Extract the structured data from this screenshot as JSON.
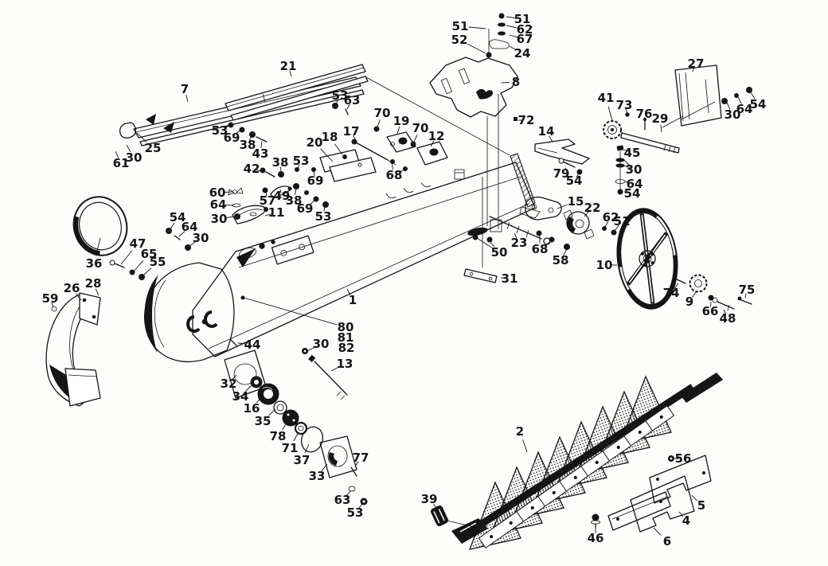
{
  "diagram": {
    "type": "exploded-parts-diagram",
    "description": "Sickle-bar mower cutter bar exploded parts view",
    "background": "#fcfcfa",
    "ink": "#151515",
    "parts_visible": [
      1,
      2,
      4,
      5,
      6,
      7,
      8,
      9,
      10,
      11,
      12,
      13,
      14,
      15,
      16,
      17,
      18,
      19,
      20,
      21,
      22,
      23,
      24,
      25,
      26,
      27,
      28,
      29,
      30,
      31,
      32,
      33,
      34,
      35,
      36,
      37,
      38,
      39,
      41,
      42,
      43,
      44,
      45,
      46,
      47,
      48,
      49,
      50,
      51,
      52,
      53,
      54,
      55,
      56,
      57,
      58,
      59,
      60,
      61,
      62,
      63,
      64,
      65,
      66,
      67,
      68,
      69,
      70,
      71,
      72,
      73,
      74,
      75,
      76,
      77,
      78,
      79,
      80,
      81,
      82
    ],
    "labels": [
      [
        "51",
        578,
        33,
        [
          [
            610,
            36
          ]
        ]
      ],
      [
        "52",
        577,
        50,
        [
          [
            610,
            67
          ]
        ]
      ],
      [
        "51",
        656,
        24,
        [
          [
            636,
            21
          ]
        ]
      ],
      [
        "62",
        659,
        37,
        [
          [
            636,
            32
          ]
        ]
      ],
      [
        "67",
        659,
        49,
        [
          [
            640,
            44
          ]
        ]
      ],
      [
        "24",
        656,
        67,
        [
          [
            640,
            58
          ]
        ]
      ],
      [
        "8",
        648,
        103,
        [
          [
            630,
            104
          ]
        ]
      ],
      [
        "21",
        362,
        83,
        [
          [
            366,
            96
          ]
        ]
      ],
      [
        "7",
        232,
        112,
        [
          [
            236,
            128
          ]
        ]
      ],
      [
        "25",
        192,
        186,
        [
          [
            172,
            167
          ]
        ]
      ],
      [
        "30",
        168,
        198,
        [
          [
            159,
            182
          ]
        ]
      ],
      [
        "61",
        152,
        205,
        [
          [
            145,
            190
          ]
        ]
      ],
      [
        "53",
        276,
        164,
        [
          [
            288,
            158
          ]
        ]
      ],
      [
        "69",
        291,
        173,
        [
          [
            302,
            163
          ]
        ]
      ],
      [
        "38",
        311,
        182,
        [
          [
            316,
            170
          ]
        ]
      ],
      [
        "43",
        327,
        193,
        [
          [
            329,
            177
          ]
        ]
      ],
      [
        "53",
        427,
        120,
        [
          [
            422,
            131
          ]
        ]
      ],
      [
        "63",
        442,
        126,
        [
          [
            436,
            137
          ]
        ]
      ],
      [
        "70",
        480,
        142,
        [
          [
            474,
            160
          ]
        ]
      ],
      [
        "19",
        504,
        152,
        [
          [
            499,
            168
          ]
        ]
      ],
      [
        "70",
        528,
        161,
        [
          [
            519,
            180
          ]
        ]
      ],
      [
        "12",
        548,
        171,
        [
          [
            541,
            184
          ]
        ]
      ],
      [
        "17",
        441,
        165,
        [
          [
            447,
            177
          ]
        ]
      ],
      [
        "18",
        414,
        172,
        [
          [
            430,
            194
          ]
        ]
      ],
      [
        "20",
        395,
        179,
        [
          [
            418,
            203
          ]
        ]
      ],
      [
        "42",
        316,
        212,
        [
          [
            329,
            215
          ]
        ]
      ],
      [
        "38",
        352,
        204,
        [
          [
            353,
            216
          ]
        ]
      ],
      [
        "53",
        378,
        202,
        [
          [
            374,
            212
          ]
        ]
      ],
      [
        "69",
        396,
        227,
        [
          [
            394,
            215
          ]
        ]
      ],
      [
        "60",
        273,
        242,
        [
          [
            291,
            241
          ]
        ]
      ],
      [
        "64",
        274,
        257,
        [
          [
            293,
            258
          ]
        ]
      ],
      [
        "30",
        275,
        275,
        [
          [
            294,
            272
          ]
        ]
      ],
      [
        "57",
        336,
        252,
        [
          [
            334,
            241
          ]
        ]
      ],
      [
        "49",
        354,
        246,
        [
          [
            352,
            238
          ]
        ]
      ],
      [
        "38",
        369,
        252,
        [
          [
            372,
            236
          ]
        ]
      ],
      [
        "69",
        383,
        262,
        [
          [
            396,
            251
          ]
        ]
      ],
      [
        "53",
        406,
        272,
        [
          [
            408,
            258
          ]
        ]
      ],
      [
        "11",
        347,
        267,
        [
          [
            333,
            271
          ]
        ]
      ],
      [
        "68",
        495,
        220,
        [
          [
            492,
            204
          ],
          [
            508,
            213
          ]
        ]
      ],
      [
        "36",
        118,
        331,
        [
          [
            126,
            299
          ]
        ]
      ],
      [
        "47",
        173,
        306,
        [
          [
            152,
            332
          ]
        ]
      ],
      [
        "65",
        187,
        319,
        [
          [
            168,
            341
          ]
        ]
      ],
      [
        "55",
        198,
        329,
        [
          [
            179,
            347
          ]
        ]
      ],
      [
        "54",
        223,
        273,
        [
          [
            214,
            288
          ]
        ]
      ],
      [
        "64",
        238,
        285,
        [
          [
            225,
            297
          ]
        ]
      ],
      [
        "30",
        252,
        299,
        [
          [
            238,
            309
          ]
        ]
      ],
      [
        "26",
        90,
        362,
        [
          [
            102,
            377
          ]
        ]
      ],
      [
        "28",
        117,
        356,
        [
          [
            124,
            371
          ]
        ]
      ],
      [
        "59",
        63,
        375,
        [
          [
            67,
            386
          ]
        ]
      ],
      [
        "27",
        874,
        80,
        [
          [
            870,
            90
          ]
        ]
      ],
      [
        "54",
        952,
        131,
        [
          [
            943,
            116
          ]
        ]
      ],
      [
        "64",
        935,
        137,
        [
          [
            927,
            122
          ]
        ]
      ],
      [
        "30",
        920,
        144,
        [
          [
            913,
            129
          ]
        ]
      ],
      [
        "29",
        829,
        149,
        [
          [
            831,
            166
          ]
        ]
      ],
      [
        "41",
        761,
        123,
        [
          [
            769,
            151
          ]
        ]
      ],
      [
        "73",
        784,
        132,
        [
          [
            788,
            142
          ]
        ]
      ],
      [
        "76",
        809,
        143,
        [
          [
            810,
            153
          ]
        ]
      ],
      [
        "72",
        661,
        151,
        [
          [
            651,
            151
          ]
        ]
      ],
      [
        "14",
        686,
        165,
        [
          [
            694,
            178
          ]
        ]
      ],
      [
        "45",
        794,
        192,
        [
          [
            784,
            188
          ]
        ]
      ],
      [
        "79",
        705,
        218,
        [
          [
            711,
            211
          ]
        ]
      ],
      [
        "54",
        721,
        227,
        [
          [
            727,
            218
          ]
        ]
      ],
      [
        "30",
        796,
        213,
        [
          [
            784,
            201
          ],
          [
            784,
            208
          ]
        ]
      ],
      [
        "64",
        797,
        231,
        [
          [
            785,
            228
          ]
        ]
      ],
      [
        "54",
        794,
        243,
        [
          [
            784,
            241
          ]
        ]
      ],
      [
        "15",
        723,
        253,
        [
          [
            700,
            262
          ]
        ]
      ],
      [
        "22",
        744,
        261,
        [
          [
            734,
            272
          ]
        ]
      ],
      [
        "62",
        767,
        273,
        [
          [
            760,
            285
          ]
        ]
      ],
      [
        "51",
        781,
        278,
        [
          [
            772,
            290
          ]
        ]
      ],
      [
        "23",
        652,
        305,
        [
          [
            646,
            293
          ]
        ]
      ],
      [
        "68",
        678,
        313,
        [
          [
            678,
            296
          ],
          [
            692,
            303
          ]
        ]
      ],
      [
        "58",
        704,
        327,
        [
          [
            712,
            313
          ]
        ]
      ],
      [
        "50",
        627,
        317,
        [
          [
            599,
            299
          ],
          [
            614,
            302
          ]
        ]
      ],
      [
        "31",
        640,
        350,
        [
          [
            629,
            349
          ]
        ]
      ],
      [
        "10",
        759,
        333,
        [
          [
            775,
            333
          ]
        ]
      ],
      [
        "1",
        443,
        377,
        [
          [
            436,
            363
          ]
        ]
      ],
      [
        "80",
        434,
        411,
        [
          [
            306,
            374
          ]
        ]
      ],
      [
        "81",
        434,
        424,
        []
      ],
      [
        "82",
        435,
        437,
        []
      ],
      [
        "30",
        403,
        432,
        [
          [
            386,
            441
          ]
        ]
      ],
      [
        "13",
        433,
        457,
        [
          [
            416,
            466
          ]
        ]
      ],
      [
        "44",
        317,
        433,
        [
          [
            299,
            431
          ]
        ]
      ],
      [
        "32",
        287,
        482,
        [
          [
            297,
            471
          ]
        ]
      ],
      [
        "34",
        302,
        498,
        [
          [
            316,
            484
          ]
        ]
      ],
      [
        "16",
        316,
        513,
        [
          [
            330,
            497
          ]
        ]
      ],
      [
        "35",
        330,
        529,
        [
          [
            346,
            514
          ]
        ]
      ],
      [
        "78",
        349,
        548,
        [
          [
            361,
            530
          ]
        ]
      ],
      [
        "71",
        364,
        563,
        [
          [
            375,
            543
          ]
        ]
      ],
      [
        "37",
        379,
        578,
        [
          [
            388,
            558
          ]
        ]
      ],
      [
        "33",
        398,
        598,
        [
          [
            411,
            583
          ]
        ]
      ],
      [
        "77",
        453,
        575,
        [
          [
            446,
            586
          ]
        ]
      ],
      [
        "63",
        430,
        628,
        [
          [
            440,
            617
          ]
        ]
      ],
      [
        "53",
        446,
        644,
        [
          [
            455,
            633
          ]
        ]
      ],
      [
        "74",
        843,
        368,
        [
          [
            852,
            356
          ]
        ]
      ],
      [
        "9",
        866,
        379,
        [
          [
            874,
            367
          ]
        ]
      ],
      [
        "66",
        892,
        391,
        [
          [
            893,
            379
          ]
        ]
      ],
      [
        "48",
        914,
        400,
        [
          [
            909,
            389
          ]
        ]
      ],
      [
        "75",
        938,
        364,
        [
          [
            936,
            374
          ]
        ]
      ],
      [
        "2",
        653,
        542,
        [
          [
            662,
            568
          ]
        ]
      ],
      [
        "39",
        539,
        627,
        [
          [
            551,
            641
          ]
        ]
      ],
      [
        "56",
        858,
        576,
        [
          [
            847,
            576
          ]
        ]
      ],
      [
        "5",
        881,
        635,
        [
          [
            869,
            622
          ]
        ]
      ],
      [
        "4",
        862,
        654,
        [
          [
            853,
            643
          ]
        ]
      ],
      [
        "6",
        838,
        680,
        [
          [
            821,
            663
          ]
        ]
      ],
      [
        "46",
        748,
        676,
        [
          [
            748,
            663
          ]
        ]
      ]
    ]
  }
}
